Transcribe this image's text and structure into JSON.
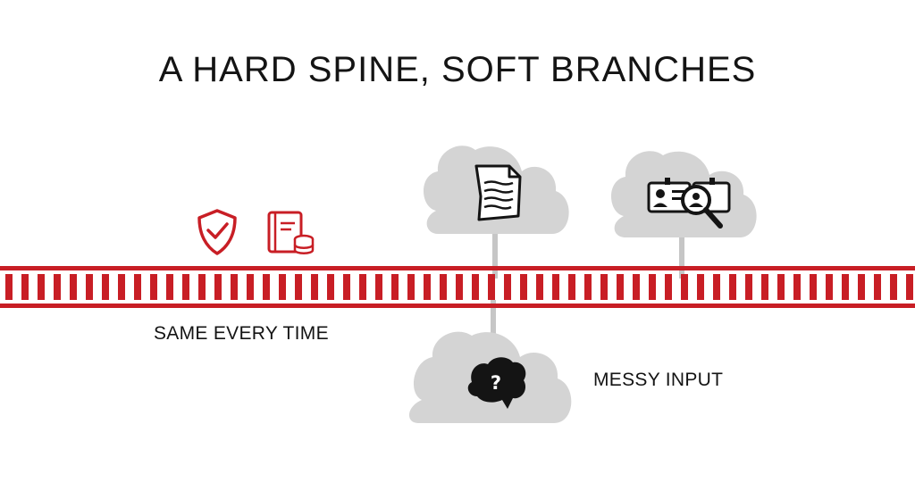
{
  "title": "A HARD SPINE, SOFT BRANCHES",
  "labels": {
    "same_every_time": "SAME EVERY TIME",
    "messy_input": "MESSY INPUT"
  },
  "icons": {
    "spine_icons": [
      "shield-check-icon",
      "ledger-coins-icon"
    ],
    "branch_icons": [
      "crumpled-document-icon",
      "id-card-search-icon",
      "brain-question-icon"
    ]
  },
  "colors": {
    "rail_red": "#c81e25",
    "cloud_gray": "#d4d4d4",
    "connector_gray": "#c6c6c6",
    "ink": "#141414"
  }
}
